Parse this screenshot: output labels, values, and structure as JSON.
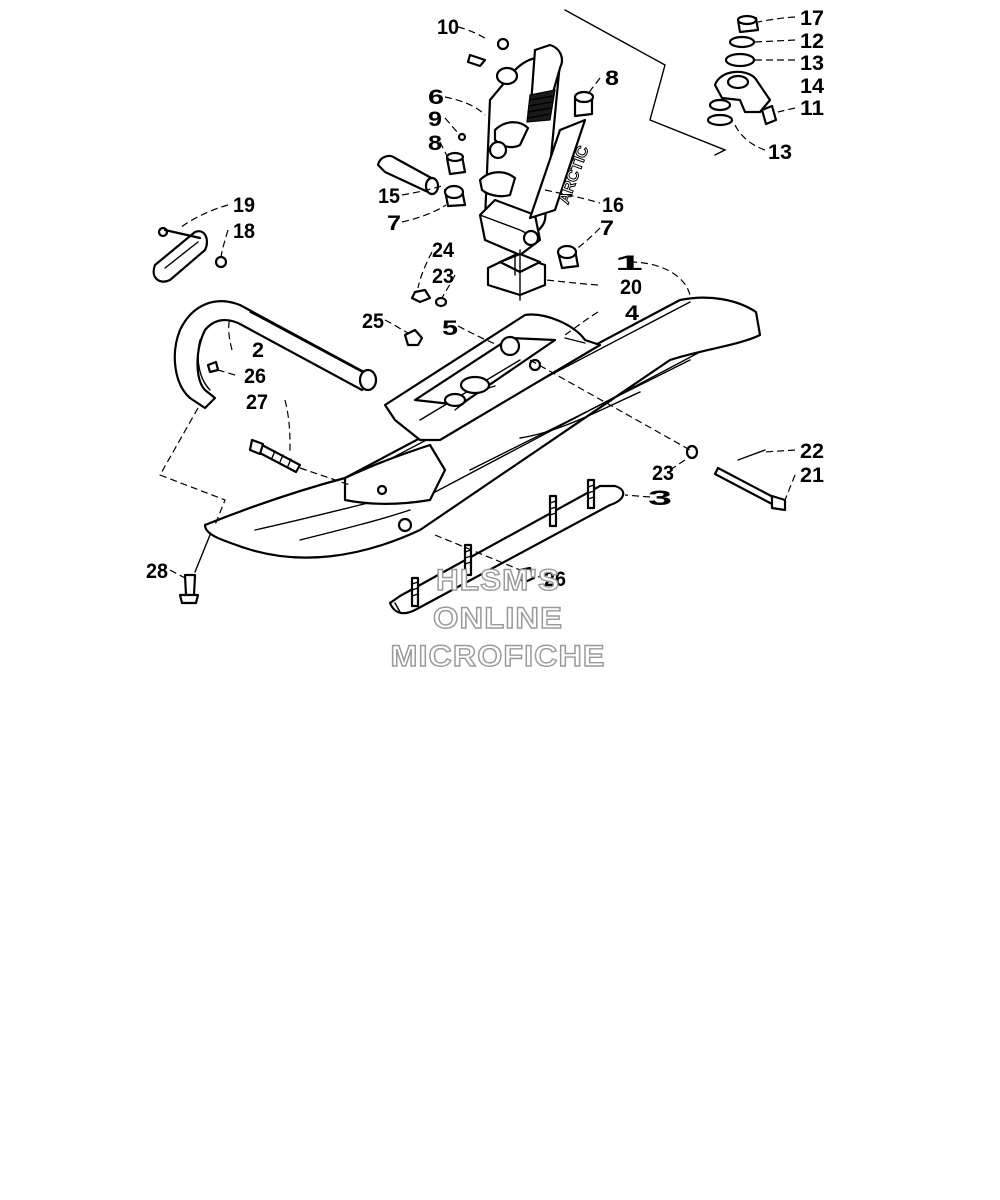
{
  "diagram": {
    "callouts": [
      "1",
      "2",
      "3",
      "4",
      "5",
      "6",
      "7",
      "8",
      "9",
      "10",
      "11",
      "12",
      "13",
      "14",
      "15",
      "16",
      "17",
      "18",
      "19",
      "20",
      "21",
      "22",
      "23",
      "24",
      "25",
      "26",
      "27",
      "28"
    ],
    "watermark": {
      "line1": "HLSM'S",
      "line2": "ONLINE",
      "line3": "MICROFICHE"
    },
    "decal_text": "ARCTIC"
  }
}
